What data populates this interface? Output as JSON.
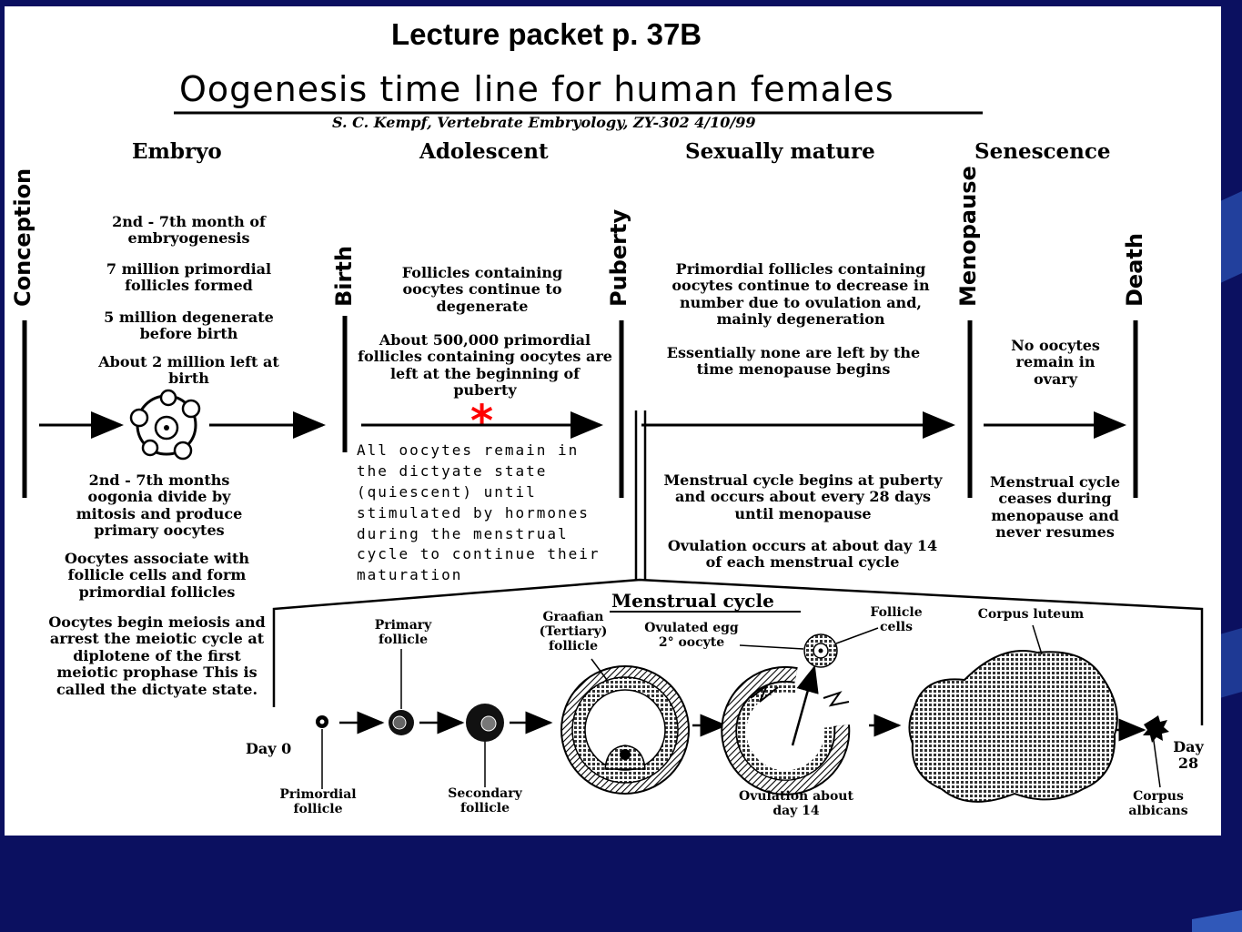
{
  "header": {
    "packet": "Lecture packet p. 37B",
    "title": "Oogenesis time line for human females",
    "credit": "S. C. Kempf, Vertebrate Embryology, ZY-302 4/10/99"
  },
  "stages": {
    "embryo": "Embryo",
    "adolescent": "Adolescent",
    "mature": "Sexually mature",
    "senescence": "Senescence"
  },
  "milestones": {
    "conception": "Conception",
    "birth": "Birth",
    "puberty": "Puberty",
    "menopause": "Menopause",
    "death": "Death"
  },
  "embryo_top": {
    "p1": "2nd - 7th month of embryogenesis",
    "p2": "7 million primordial follicles formed",
    "p3": "5 million degenerate before birth",
    "p4": "About 2 million left at birth"
  },
  "embryo_bottom": {
    "p1": "2nd - 7th months oogonia divide by mitosis and produce primary oocytes",
    "p2": "Oocytes associate with follicle cells and form primordial follicles",
    "p3": "Oocytes begin meiosis and arrest the meiotic cycle at diplotene of the first meiotic prophase This is called the dictyate state."
  },
  "adolescent_top": {
    "p1": "Follicles containing oocytes continue to degenerate",
    "p2": "About 500,000 primordial follicles containing oocytes are left at the beginning of puberty"
  },
  "annotation": {
    "star": "*",
    "note": "All oocytes remain in\nthe dictyate state\n(quiescent) until\nstimulated by hormones\nduring the menstrual\ncycle to continue their\nmaturation"
  },
  "mature_top": {
    "p1": "Primordial follicles containing oocytes continue to decrease in number due to ovulation and, mainly degeneration",
    "p2": "Essentially none are left by the time menopause begins"
  },
  "mature_bottom": {
    "p1": "Menstrual cycle begins at puberty and occurs about every 28 days until menopause",
    "p2": "Ovulation occurs at about day 14 of each menstrual cycle"
  },
  "senescence_top": "No oocytes remain in ovary",
  "senescence_bottom": "Menstrual cycle ceases during menopause and never resumes",
  "cycle": {
    "title": "Menstrual cycle",
    "day0": "Day 0",
    "day28": "Day 28",
    "primordial": "Primordial follicle",
    "primary": "Primary follicle",
    "secondary": "Secondary follicle",
    "graafian": "Graafian (Tertiary) follicle",
    "ovulated": "Ovulated egg 2° oocyte",
    "follicle_cells": "Follicle cells",
    "ovulation": "Ovulation about day 14",
    "luteum": "Corpus luteum",
    "albicans": "Corpus albicans"
  }
}
